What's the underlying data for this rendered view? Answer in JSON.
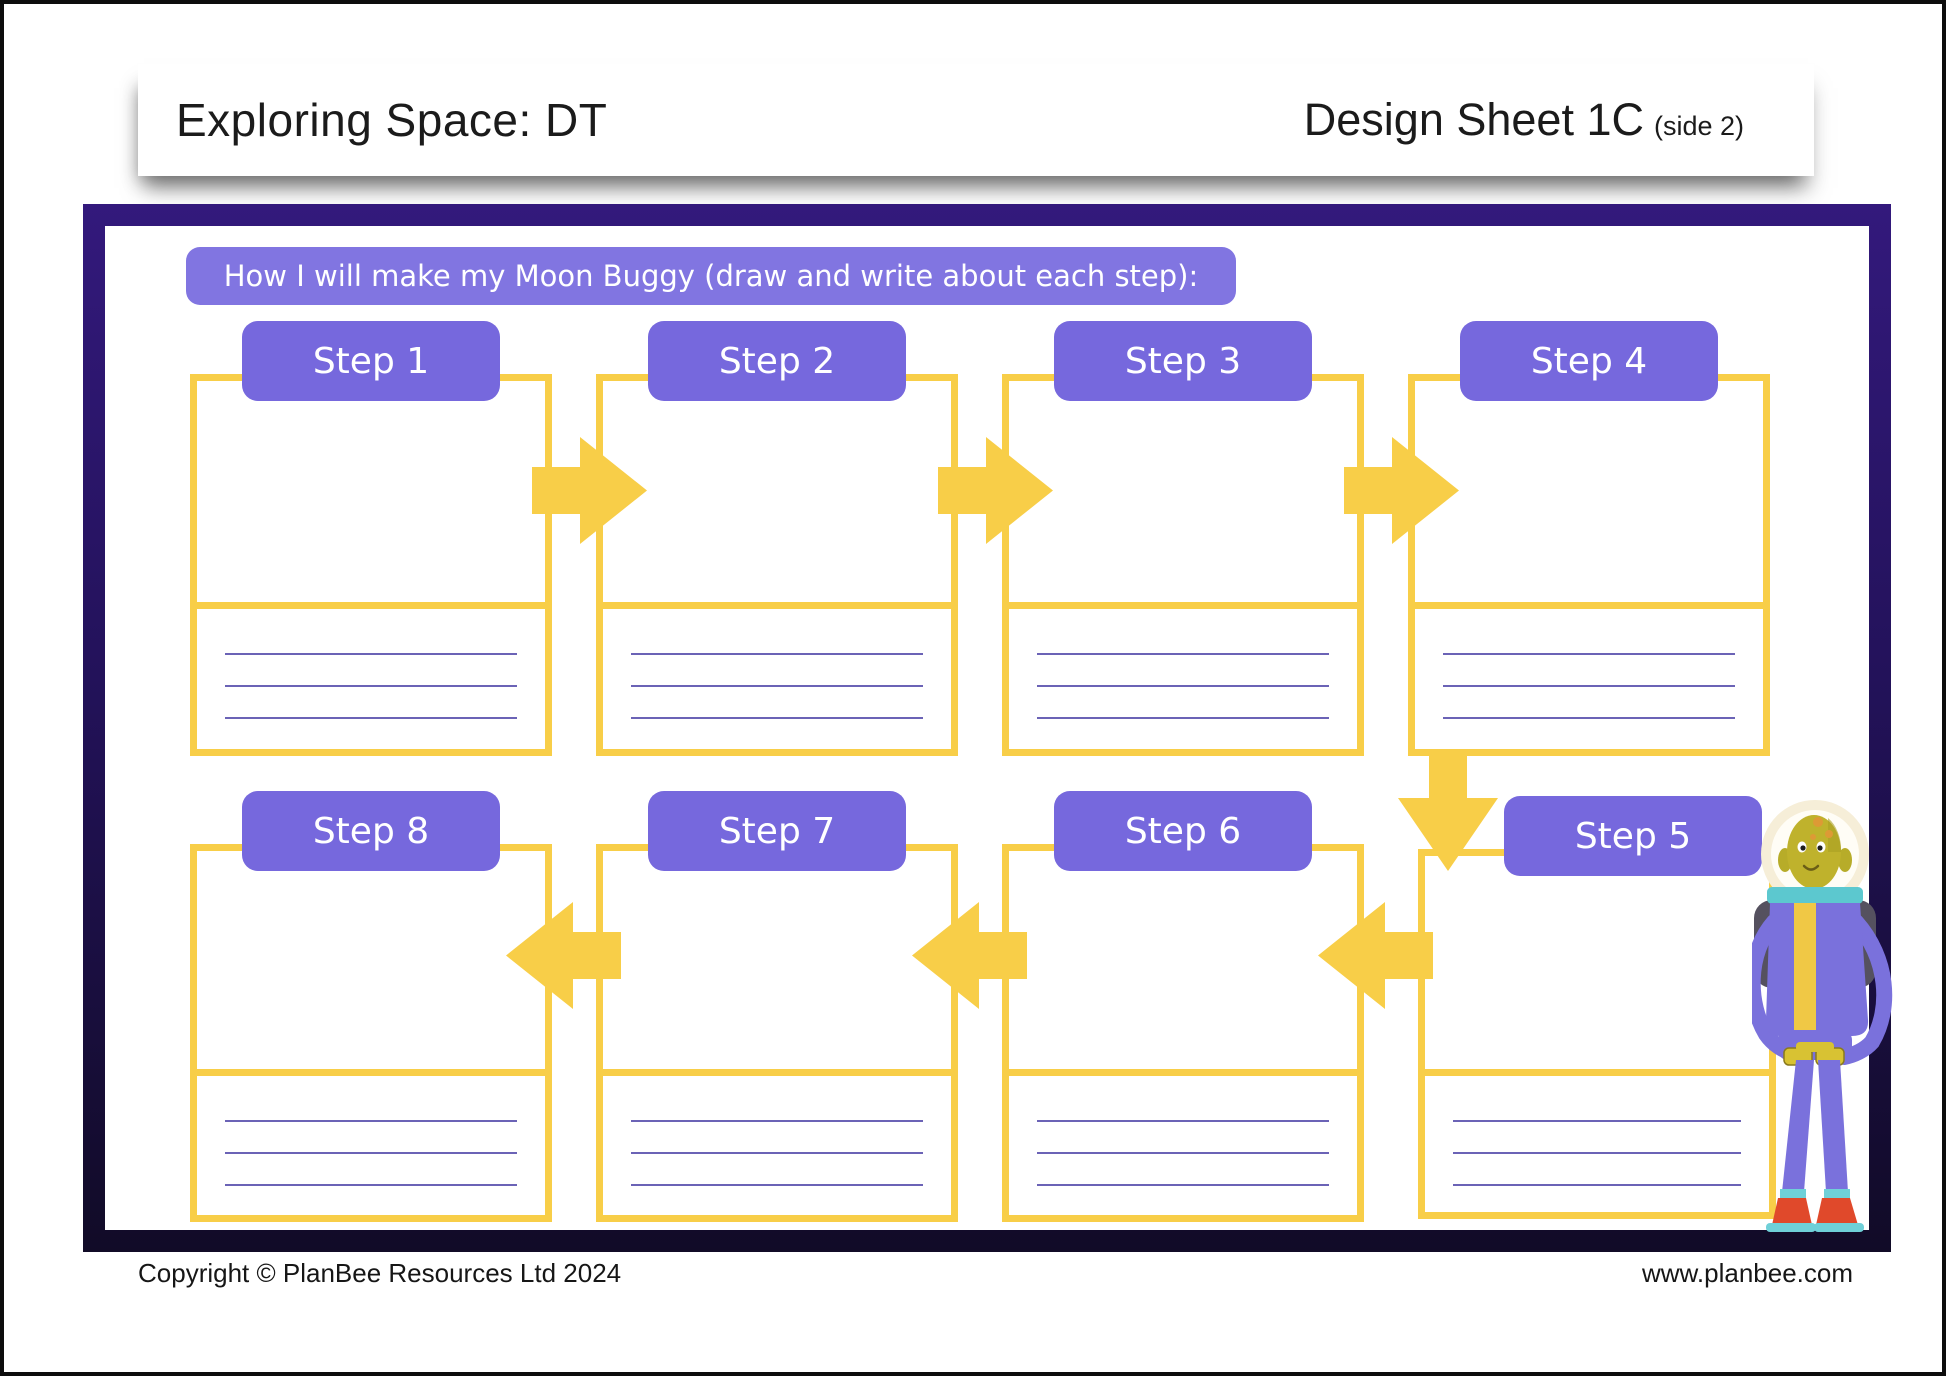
{
  "header": {
    "title": "Exploring Space: DT",
    "sheet_name": "Design Sheet 1C",
    "sheet_side": "(side 2)"
  },
  "worksheet": {
    "instruction": "How I will make my Moon Buggy (draw and write about each step):",
    "rows": [
      {
        "boxes": [
          {
            "label": "Step 1"
          },
          {
            "label": "Step 2"
          },
          {
            "label": "Step 3"
          },
          {
            "label": "Step 4"
          }
        ]
      },
      {
        "boxes": [
          {
            "label": "Step 8"
          },
          {
            "label": "Step 7"
          },
          {
            "label": "Step 6"
          },
          {
            "label": "Step 5"
          }
        ]
      }
    ]
  },
  "footer": {
    "copyright": "Copyright © PlanBee Resources Ltd 2024",
    "website": "www.planbee.com"
  },
  "colors": {
    "accent_yellow": "#F8CE48",
    "step_header_purple": "#7668DD",
    "instruction_bar_purple": "#8175E1",
    "frame_indigo_top": "#33197C",
    "frame_indigo_bottom": "#110B27",
    "writing_line_purple": "#6B63B6"
  },
  "icons": {
    "arrow_right": "arrow-right-icon",
    "arrow_left": "arrow-left-icon",
    "arrow_down": "arrow-down-icon",
    "mascot": "alien-astronaut-illustration"
  }
}
